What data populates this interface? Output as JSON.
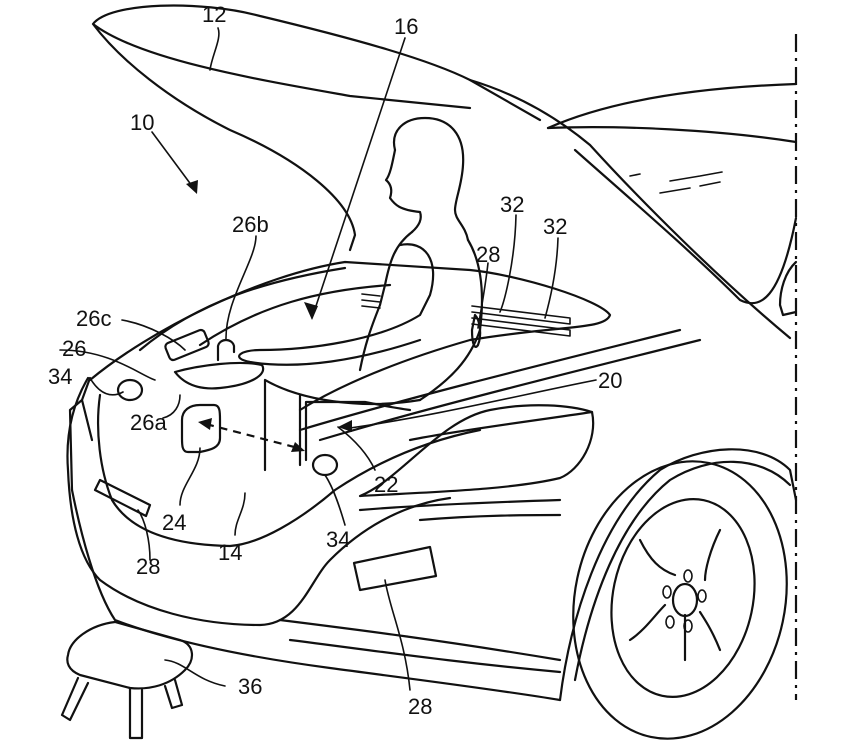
{
  "figure": {
    "type": "patent-line-drawing",
    "subject": "vehicle front with hood opened, person seated in front compartment",
    "stroke_color": "#111111",
    "background_color": "#ffffff"
  },
  "labels": {
    "vehicle": "10",
    "hood": "12",
    "front_panel": "14",
    "compartment": "16",
    "headlamp_region": "20",
    "region_22": "22",
    "component_24": "24",
    "seat_assembly": "26",
    "seat_part_a": "26a",
    "seat_part_b": "26b",
    "seat_part_c": "26c",
    "element_28_top": "28",
    "element_28_left": "28",
    "element_28_bottom": "28",
    "slat_32_a": "32",
    "slat_32_b": "32",
    "sensor_34_left": "34",
    "sensor_34_right": "34",
    "stool": "36"
  }
}
